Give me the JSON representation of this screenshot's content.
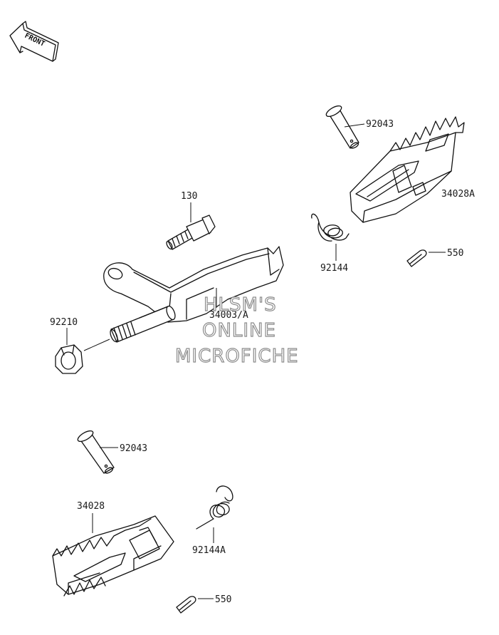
{
  "front_arrow": {
    "label": "FRONT"
  },
  "parts": {
    "p92043_top": "92043",
    "p34028A": "34028A",
    "p130": "130",
    "p92144": "92144",
    "p550_top": "550",
    "p34003A": "34003/A",
    "p92210": "92210",
    "p92043_bottom": "92043",
    "p34028": "34028",
    "p92144A": "92144A",
    "p550_bottom": "550"
  },
  "watermark": {
    "line1": "HLSM'S",
    "line2": "ONLINE",
    "line3": "MICROFICHE"
  }
}
